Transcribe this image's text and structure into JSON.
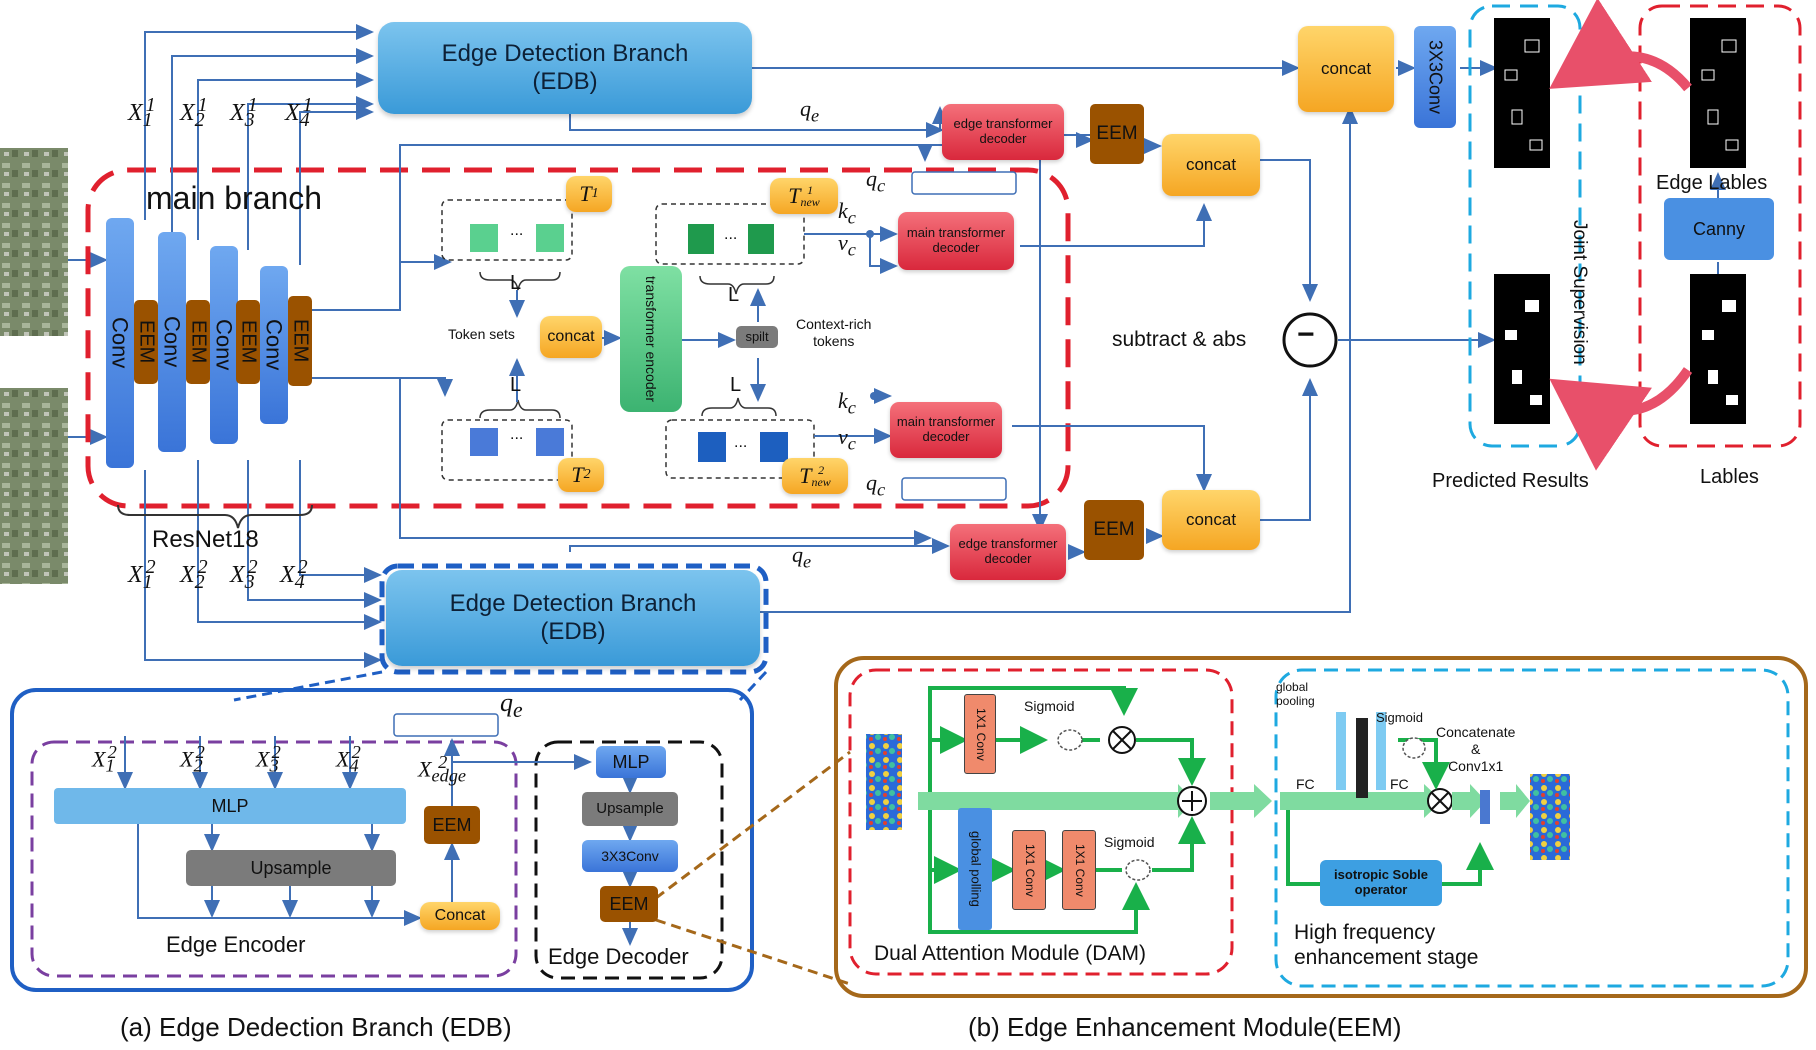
{
  "edb_top": {
    "line1": "Edge Detection Branch",
    "line2": "(EDB)"
  },
  "edb_bottom": {
    "line1": "Edge Detection Branch",
    "line2": "(EDB)"
  },
  "main_branch": "main  branch",
  "resnet": "ResNet18",
  "conv": "Conv",
  "eem": "EEM",
  "concat": "concat",
  "conv3x3_vertical": "3X3Conv",
  "token_sets": "Token sets",
  "transformer_encoder": "transformer encoder",
  "split": "spilt",
  "context_rich": {
    "line1": "Context-rich",
    "line2": "tokens"
  },
  "ellipsis": "...",
  "L": "L",
  "edge_transformer_decoder": "edge transformer decoder",
  "main_transformer_decoder": "main transformer decoder",
  "subtract_abs": "subtract & abs",
  "minus_symbol": "−",
  "joint_supervision": "Joint Supervision",
  "edge_lables": "Edge Lables",
  "canny": "Canny",
  "predicted_results": "Predicted Results",
  "lables": "Lables",
  "edb_detail": {
    "mlp": "MLP",
    "upsample": "Upsample",
    "concat": "Concat",
    "eem": "EEM",
    "edge_encoder": "Edge Encoder",
    "dec_mlp": "MLP",
    "dec_upsample": "Upsample",
    "dec_conv": "3X3Conv",
    "dec_eem": "EEM",
    "edge_decoder": "Edge Decoder"
  },
  "eem_detail": {
    "conv1x1": "1X1 Conv",
    "sigmoid": "Sigmoid",
    "global_pooling_v": "global polling",
    "dam_label": "Dual Attention Module (DAM)",
    "global_pooling": {
      "line1": "global",
      "line2": "pooling"
    },
    "fc": "FC",
    "concat_conv": {
      "line1": "Concatenate",
      "line2": "&",
      "line3": "Conv1x1"
    },
    "soble": {
      "line1": "isotropic Soble",
      "line2": "operator"
    },
    "hf_label": {
      "line1": "High frequency",
      "line2": "enhancement stage"
    }
  },
  "caption_a": "(a) Edge Dedection Branch (EDB)",
  "caption_b": "(b)  Edge Enhancement Module(EEM)",
  "math": {
    "q": "q",
    "k": "k",
    "v": "v",
    "T": "T",
    "X": "X",
    "e": "e",
    "c": "c",
    "new": "new",
    "edge": "edge"
  },
  "colors": {
    "edb_blue": "#3a9ad8",
    "main_branch_border": "#e0202e",
    "eem_brown": "#9a5200",
    "concat_orange": "#f5a623",
    "decoder_red": "#d9283c",
    "arrow_blue": "#3f6fb5",
    "arrow_green": "#19b04a",
    "predicted_border": "#1ea9e0",
    "eem_panel_border": "#a5681a",
    "edb_panel_border": "#1f5fc4",
    "encoder_border": "#7a3fa0"
  }
}
